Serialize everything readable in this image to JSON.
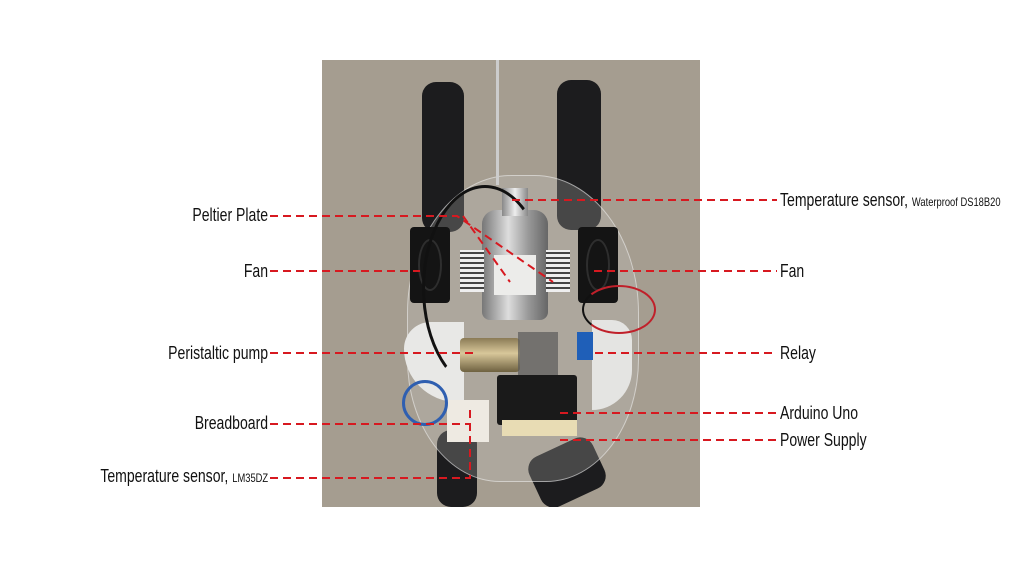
{
  "labels_left": {
    "peltier": "Peltier Plate",
    "fan": "Fan",
    "pump": "Peristaltic pump",
    "breadboard": "Breadboard",
    "lm35_main": "Temperature sensor,",
    "lm35_sub": "LM35DZ"
  },
  "labels_right": {
    "ds18_main": "Temperature sensor,",
    "ds18_sub": "Waterproof DS18B20",
    "fan": "Fan",
    "relay": "Relay",
    "arduino": "Arduino Uno",
    "power": "Power Supply"
  },
  "colors": {
    "leader": "#d71920",
    "background": "#a59d90"
  }
}
